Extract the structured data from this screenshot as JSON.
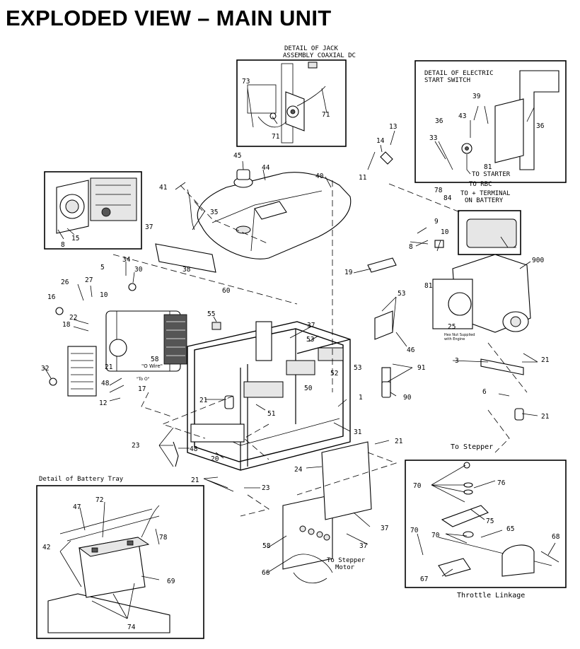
{
  "title": "EXPLODED VIEW – MAIN UNIT",
  "insets": {
    "jack": [
      "DETAIL OF JACK",
      "ASSEMBLY COAXIAL DC"
    ],
    "electric_start": [
      "DETAIL OF ELECTRIC",
      "START SWITCH"
    ],
    "battery_tray": "Detail of Battery Tray",
    "throttle": "Throttle Linkage"
  },
  "notes": {
    "to_starter": "TO STARTER",
    "to_rbc": "TO RBC",
    "to_battery_1": "TO + TERMINAL",
    "to_battery_2": "ON BATTERY",
    "to_stepper": "To Stepper",
    "to_stepper_motor_1": "To Stepper",
    "to_stepper_motor_2": "Motor",
    "o_wire": "\"O Wire\"",
    "to_o": "\"To O\"",
    "hex_nut_1": "Hex Nut Supplied",
    "hex_nut_2": "with Engine"
  },
  "callouts": [
    {
      "id": "c73",
      "label": "73"
    },
    {
      "id": "c71a",
      "label": "71"
    },
    {
      "id": "c71b",
      "label": "71"
    },
    {
      "id": "c13",
      "label": "13"
    },
    {
      "id": "c14",
      "label": "14"
    },
    {
      "id": "c11",
      "label": "11"
    },
    {
      "id": "c39",
      "label": "39"
    },
    {
      "id": "c43",
      "label": "43"
    },
    {
      "id": "c36a",
      "label": "36"
    },
    {
      "id": "c36b",
      "label": "36"
    },
    {
      "id": "c33",
      "label": "33"
    },
    {
      "id": "c81a",
      "label": "81"
    },
    {
      "id": "c78",
      "label": "78"
    },
    {
      "id": "c84",
      "label": "84"
    },
    {
      "id": "c45",
      "label": "45"
    },
    {
      "id": "c44",
      "label": "44"
    },
    {
      "id": "c40",
      "label": "40"
    },
    {
      "id": "c41",
      "label": "41"
    },
    {
      "id": "c35",
      "label": "35"
    },
    {
      "id": "c15",
      "label": "15"
    },
    {
      "id": "c8a",
      "label": "8"
    },
    {
      "id": "c37a",
      "label": "37"
    },
    {
      "id": "c38",
      "label": "38"
    },
    {
      "id": "c60",
      "label": "60"
    },
    {
      "id": "c9",
      "label": "9"
    },
    {
      "id": "c8b",
      "label": "8"
    },
    {
      "id": "c10a",
      "label": "10"
    },
    {
      "id": "c900",
      "label": "900"
    },
    {
      "id": "c19",
      "label": "19"
    },
    {
      "id": "c5",
      "label": "5"
    },
    {
      "id": "c34",
      "label": "34"
    },
    {
      "id": "c30",
      "label": "30"
    },
    {
      "id": "c26",
      "label": "26"
    },
    {
      "id": "c27",
      "label": "27"
    },
    {
      "id": "c10b",
      "label": "10"
    },
    {
      "id": "c16",
      "label": "16"
    },
    {
      "id": "c22",
      "label": "22"
    },
    {
      "id": "c18",
      "label": "18"
    },
    {
      "id": "c55",
      "label": "55"
    },
    {
      "id": "c37b",
      "label": "37"
    },
    {
      "id": "c53a",
      "label": "53"
    },
    {
      "id": "c53b",
      "label": "53"
    },
    {
      "id": "c81b",
      "label": "81"
    },
    {
      "id": "c25",
      "label": "25"
    },
    {
      "id": "c46",
      "label": "46"
    },
    {
      "id": "c3",
      "label": "3"
    },
    {
      "id": "c21a",
      "label": "21"
    },
    {
      "id": "c58a",
      "label": "58"
    },
    {
      "id": "c32",
      "label": "32"
    },
    {
      "id": "c21b",
      "label": "21"
    },
    {
      "id": "c48a",
      "label": "48"
    },
    {
      "id": "c17",
      "label": "17"
    },
    {
      "id": "c12",
      "label": "12"
    },
    {
      "id": "c52",
      "label": "52"
    },
    {
      "id": "c53c",
      "label": "53"
    },
    {
      "id": "c91",
      "label": "91"
    },
    {
      "id": "c50",
      "label": "50"
    },
    {
      "id": "c90",
      "label": "90"
    },
    {
      "id": "c6",
      "label": "6"
    },
    {
      "id": "c21c",
      "label": "21"
    },
    {
      "id": "c21d",
      "label": "21"
    },
    {
      "id": "c51",
      "label": "51"
    },
    {
      "id": "c1",
      "label": "1"
    },
    {
      "id": "c31",
      "label": "31"
    },
    {
      "id": "c21e",
      "label": "21"
    },
    {
      "id": "c23a",
      "label": "23"
    },
    {
      "id": "c48b",
      "label": "48"
    },
    {
      "id": "c20",
      "label": "20"
    },
    {
      "id": "c24",
      "label": "24"
    },
    {
      "id": "c21f",
      "label": "21"
    },
    {
      "id": "c23b",
      "label": "23"
    },
    {
      "id": "c37c",
      "label": "37"
    },
    {
      "id": "c58b",
      "label": "58"
    },
    {
      "id": "c37d",
      "label": "37"
    },
    {
      "id": "c66",
      "label": "66"
    },
    {
      "id": "c47",
      "label": "47"
    },
    {
      "id": "c72",
      "label": "72"
    },
    {
      "id": "c42",
      "label": "42"
    },
    {
      "id": "c78b",
      "label": "78"
    },
    {
      "id": "c69",
      "label": "69"
    },
    {
      "id": "c74",
      "label": "74"
    },
    {
      "id": "c70a",
      "label": "70"
    },
    {
      "id": "c76",
      "label": "76"
    },
    {
      "id": "c75",
      "label": "75"
    },
    {
      "id": "c70b",
      "label": "70"
    },
    {
      "id": "c70c",
      "label": "70"
    },
    {
      "id": "c65",
      "label": "65"
    },
    {
      "id": "c68",
      "label": "68"
    },
    {
      "id": "c67",
      "label": "67"
    }
  ]
}
